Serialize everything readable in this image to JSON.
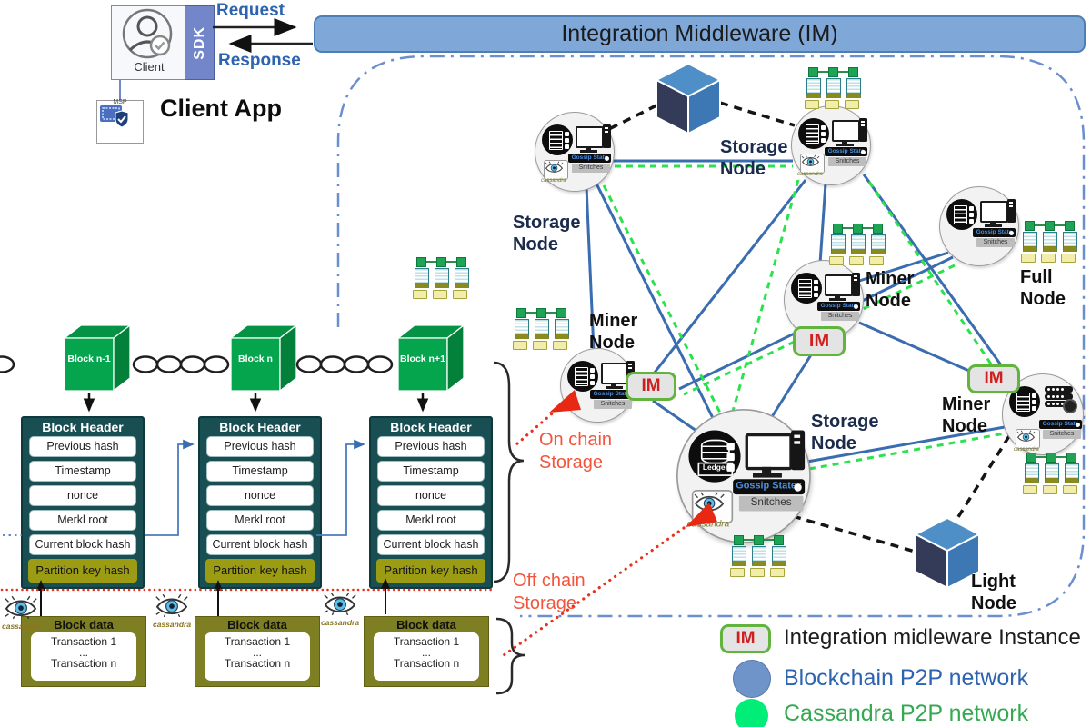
{
  "client": {
    "label": "Client",
    "sdk": "SDK",
    "request": "Request",
    "response": "Response",
    "msp": "MSP",
    "app_title": "Client App"
  },
  "middleware": {
    "banner_title": "Integration Middleware (IM)"
  },
  "chain": {
    "cubes": [
      "Block n-1",
      "Block n",
      "Block n+1"
    ],
    "block_header": {
      "title": "Block Header",
      "rows": [
        "Previous hash",
        "Timestamp",
        "nonce",
        "Merkl root",
        "Current block hash"
      ],
      "partition_row": "Partition key  hash"
    },
    "block_data": {
      "title": "Block data",
      "rows": [
        "Transaction  1",
        "...",
        "Transaction n"
      ]
    },
    "cassandra_label": "cassandra",
    "storage_labels": {
      "on_chain_1": "On chain",
      "on_chain_2": "Storage",
      "off_chain_1": "Off chain",
      "off_chain_2": "Storage"
    }
  },
  "network": {
    "node_labels": {
      "storage": [
        "Storage",
        "Node"
      ],
      "miner": [
        "Miner",
        "Node"
      ],
      "full": [
        "Full",
        "Node"
      ],
      "light": [
        "Light",
        "Node"
      ]
    },
    "im_badge": "IM",
    "gossip_label": "Gossip State",
    "gossip_label_plural": "Gossip States",
    "snitches_label": "Snitches",
    "ledger_label": "Ledger"
  },
  "legend": {
    "im_badge": "IM",
    "items": [
      {
        "label": "Integration midleware Instance",
        "color": "#1d1d1d"
      },
      {
        "label": "Blockchain P2P network",
        "color": "#2d64b0",
        "dot_color": "#6f94c9"
      },
      {
        "label": "Cassandra P2P network",
        "color": "#35a952",
        "dot_color": "#00ee77"
      }
    ]
  },
  "colors": {
    "banner_blue": "#7fa8d9",
    "blockchain_edge": "#3a6cb0",
    "cassandra_edge": "#2ce24c",
    "accent_red": "#e8311e",
    "cube_green": "#05a54d",
    "cube_blue": "#3e78b4",
    "header_teal": "#194f52",
    "partition_olive": "#9c9c14",
    "data_olive": "#7e7e22"
  }
}
